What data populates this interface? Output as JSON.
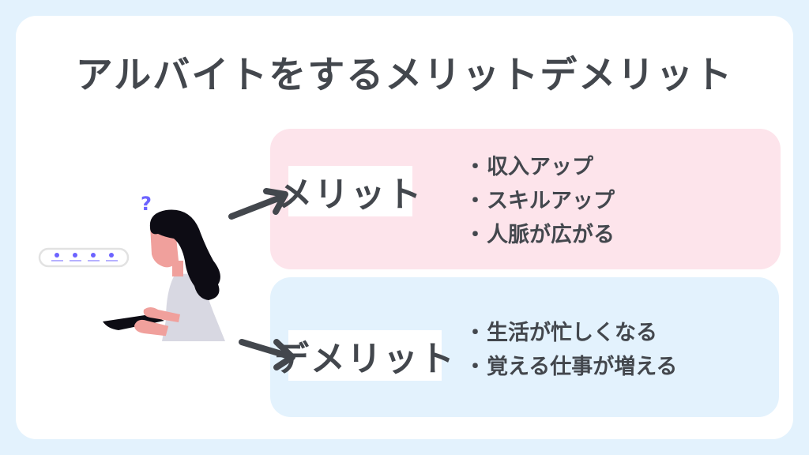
{
  "title": "アルバイトをするメリットデメリット",
  "merit": {
    "label": "メリット",
    "items": [
      "収入アップ",
      "スキルアップ",
      "人脈が広がる"
    ]
  },
  "demerit": {
    "label": "デメリット",
    "items": [
      "生活が忙しくなる",
      "覚える仕事が増える"
    ]
  },
  "illustration": {
    "question_mark": "?",
    "password_dots": 4
  },
  "colors": {
    "background": "#e3f2fd",
    "card": "#ffffff",
    "text": "#43474d",
    "merit_box": "#fde4eb",
    "demerit_box": "#e3f2fd",
    "accent": "#6c63ff",
    "hair": "#0d0c14",
    "skin": "#f0a09c",
    "shirt": "#d8d8e2"
  }
}
